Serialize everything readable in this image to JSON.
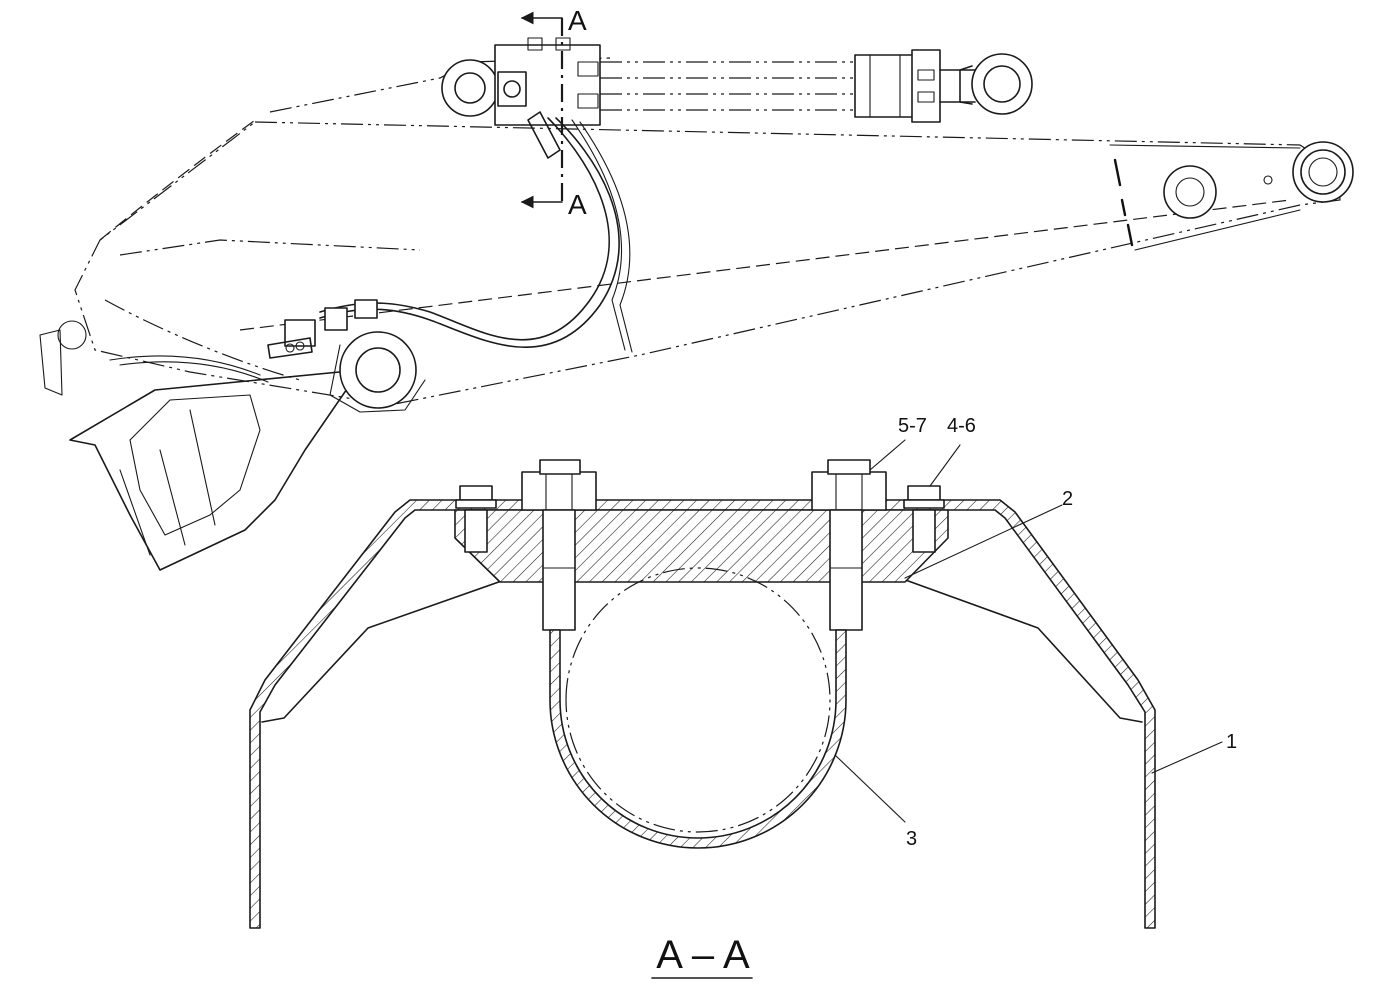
{
  "drawing": {
    "section_marks": [
      "A",
      "A"
    ],
    "section_title": "A – A",
    "callouts": {
      "c1": "1",
      "c2": "2",
      "c3": "3",
      "c4_6": "4-6",
      "c5_7": "5-7"
    }
  }
}
